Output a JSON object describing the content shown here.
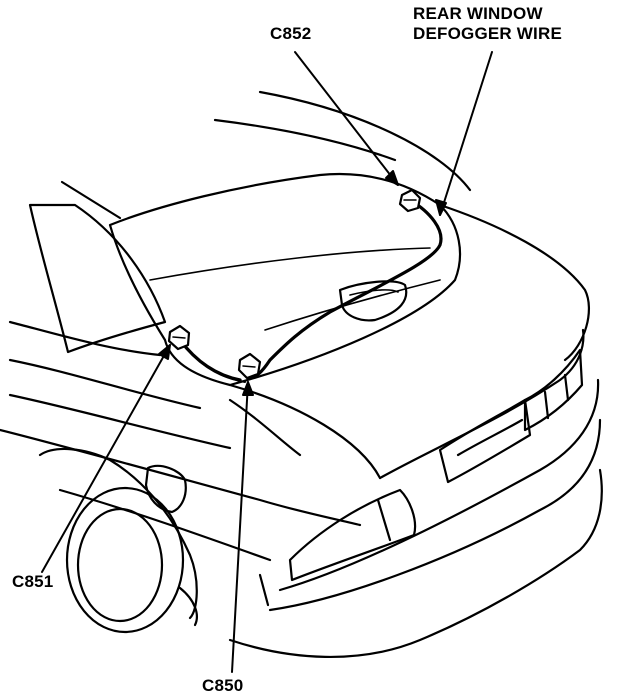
{
  "labels": {
    "c852": "C852",
    "rear_window_line1": "REAR WINDOW",
    "rear_window_line2": "DEFOGGER WIRE",
    "c851": "C851",
    "c850": "C850"
  },
  "colors": {
    "line": "#000000",
    "background": "#ffffff"
  }
}
